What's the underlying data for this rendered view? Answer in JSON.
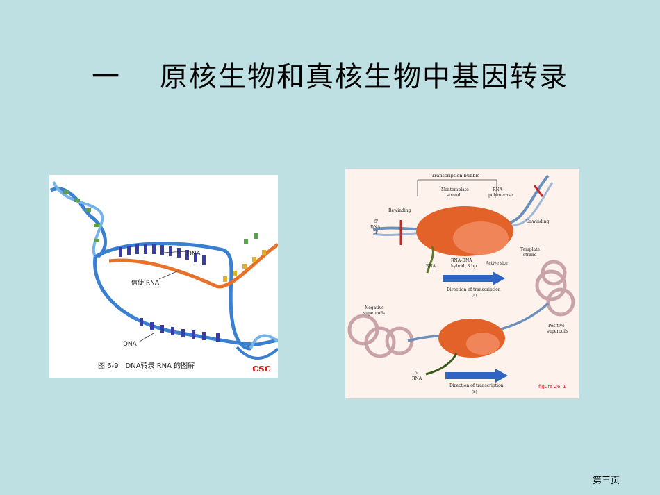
{
  "slide": {
    "title_number": "一",
    "title": "原核生物和真核生物中基因转录",
    "page_number": "第三页"
  },
  "figure_left": {
    "label_dna_top": "DNA",
    "label_mrna": "信使 RNA",
    "label_dna_bottom": "DNA",
    "caption": "图 6-9　DNA转录 RNA 的图解",
    "logo": "csc",
    "colors": {
      "dna": "#3b7fd0",
      "rna": "#e8722a",
      "logo": "#d61e1e"
    }
  },
  "figure_right": {
    "bubble_label": "Transcription bubble",
    "nontemplate": "Nontemplate",
    "strand": "strand",
    "rna_polymerase_1": "RNA",
    "rna_polymerase_2": "polymerase",
    "rewinding": "Rewinding",
    "unwinding": "Unwinding",
    "dna_label": "DNA",
    "five_prime": "5'",
    "three_prime": "3'",
    "template_1": "Template",
    "template_2": "strand",
    "rna_label": "RNA",
    "rna_dna_1": "RNA-DNA",
    "rna_dna_2": "hybrid, 8 bp",
    "active_site": "Active site",
    "direction_a": "Direction of transcription",
    "panel_a": "(a)",
    "negative_1": "Negative",
    "negative_2": "supercoils",
    "positive_1": "Positive",
    "positive_2": "supercoils",
    "rna_b_1": "5'",
    "rna_b_2": "RNA",
    "direction_b": "Direction of transcription",
    "panel_b": "(b)",
    "figure_ref": "figure 26–1",
    "colors": {
      "enzyme": "#e3622a",
      "dna": "#6a8fbd",
      "arrow": "#2f63c4",
      "supercoil": "#c9a3a8"
    }
  }
}
